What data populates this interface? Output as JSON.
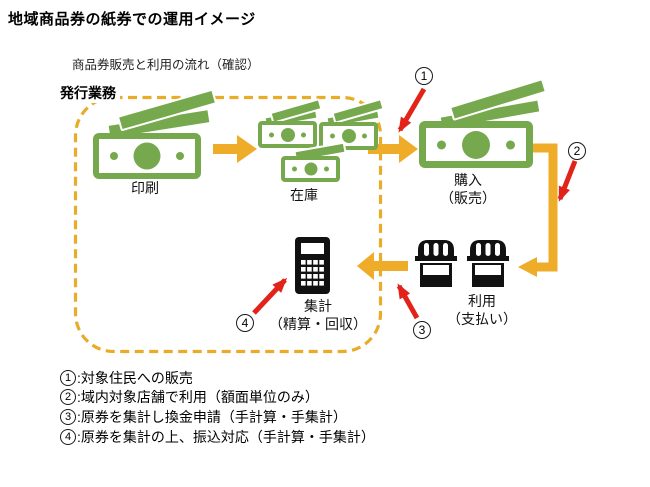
{
  "header": {
    "title": "地域商品券の紙券での運用イメージ",
    "subtitle": "商品券販売と利用の流れ（確認）"
  },
  "flow": {
    "issuing_box_label": "発行業務",
    "print_label": "印刷",
    "stock_label": "在庫",
    "purchase_label": "購入",
    "purchase_sublabel": "（販売）",
    "use_label": "利用",
    "use_sublabel": "（支払い）",
    "tally_label": "集計",
    "tally_sublabel": "（精算・回収）",
    "callouts": [
      {
        "number": "1"
      },
      {
        "number": "2"
      },
      {
        "number": "3"
      },
      {
        "number": "4"
      }
    ]
  },
  "notes": [
    {
      "number": "1",
      "text": ":対象住民への販売"
    },
    {
      "number": "2",
      "text": ":域内対象店舗で利用（額面単位のみ）"
    },
    {
      "number": "3",
      "text": ":原券を集計し換金申請（手計算・手集計）"
    },
    {
      "number": "4",
      "text": ":原券を集計の上、振込対応（手計算・手集計）"
    }
  ],
  "icons": [
    "banknote-icon",
    "banknote-stack-icon",
    "store-icon",
    "calculator-icon",
    "flow-arrow-icon",
    "callout-arrow-icon"
  ],
  "colors": {
    "green": "#76A94D",
    "yellow": "#EFAC29",
    "red": "#E2231A",
    "icon_black": "#111111",
    "dashed_border": "#E8AC28"
  }
}
